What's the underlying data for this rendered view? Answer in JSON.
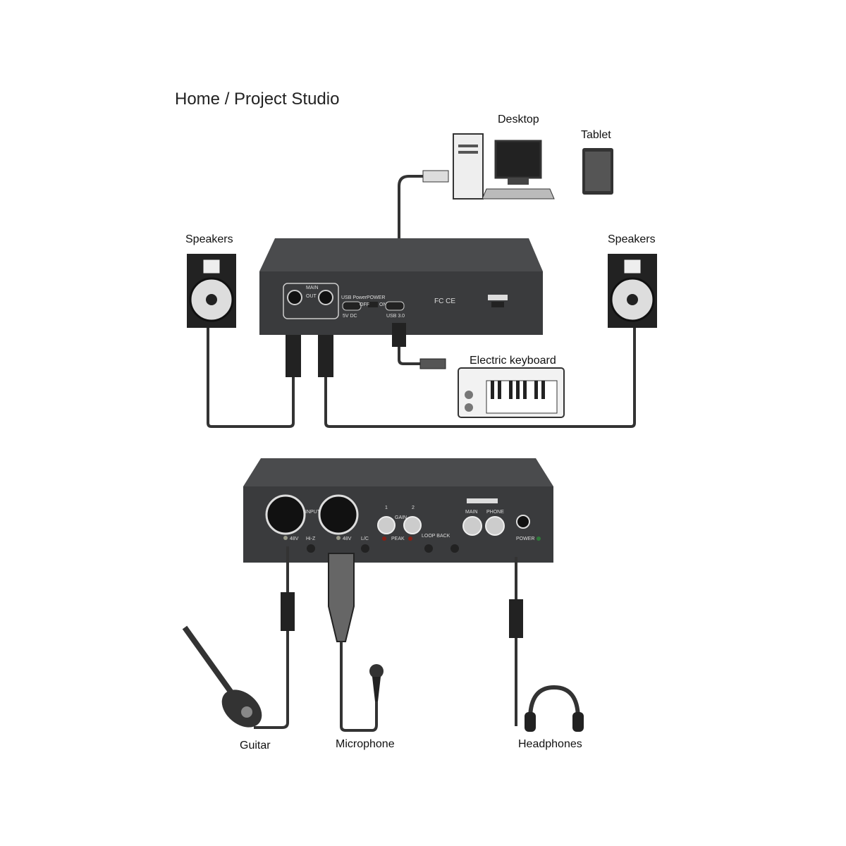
{
  "title": "Home / Project Studio",
  "devices": {
    "desktop": "Desktop",
    "tablet": "Tablet",
    "speakers_left": "Speakers",
    "speakers_right": "Speakers",
    "keyboard": "Electric keyboard",
    "guitar": "Guitar",
    "microphone": "Microphone",
    "headphones": "Headphones"
  },
  "rear_panel": {
    "main_out": "MAIN",
    "out": "OUT",
    "usb_power": "USB Power",
    "dc": "5V DC",
    "power": "POWER",
    "off": "OFF",
    "on": "ON",
    "usb": "USB 3.0",
    "certs": "FC CE"
  },
  "front_panel": {
    "input": "INPUT",
    "gain": "GAIN",
    "ch1": "1",
    "ch2": "2",
    "hiz": "Hi-Z",
    "v48_1": "48V",
    "v48_2": "48V",
    "lc": "L/C",
    "peak": "PEAK",
    "loopback": "LOOP BACK",
    "main": "MAIN",
    "phone": "PHONE",
    "power": "POWER"
  },
  "colors": {
    "device": "#3a3b3d",
    "led_green": "#2f7a3a",
    "led_red": "#8a1e14"
  }
}
